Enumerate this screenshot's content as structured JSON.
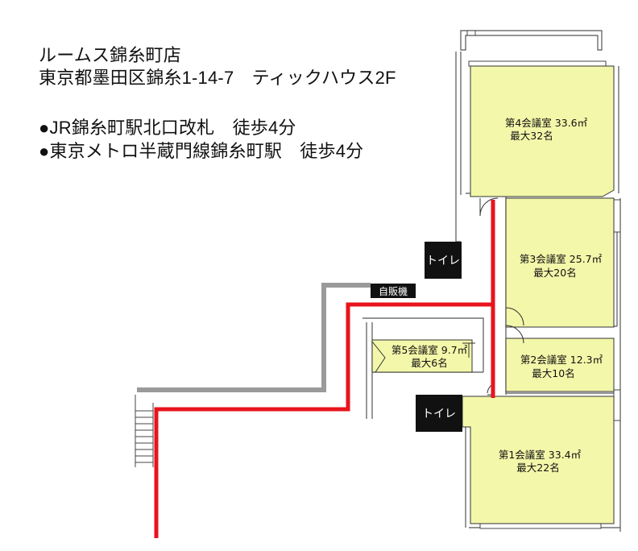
{
  "header": {
    "line1": "ルームス錦糸町店",
    "line2": "東京都墨田区錦糸1-14-7　ティックハウス2F",
    "access1": "●JR錦糸町駅北口改札　徒歩4分",
    "access2": "●東京メトロ半蔵門線錦糸町駅　徒歩4分"
  },
  "rooms": {
    "r4": {
      "name": "第4会議室 33.6㎡",
      "cap": "最大32名"
    },
    "r3": {
      "name": "第3会議室 25.7㎡",
      "cap": "最大20名"
    },
    "r2": {
      "name": "第2会議室 12.3㎡",
      "cap": "最大10名"
    },
    "r5": {
      "name": "第5会議室 9.7㎡",
      "cap": "最大6名"
    },
    "r1": {
      "name": "第1会議室 33.4㎡",
      "cap": "最大22名"
    }
  },
  "labels": {
    "toilet_upper": "トイレ",
    "toilet_lower": "トイレ",
    "vending": "自販機"
  },
  "colors": {
    "room_fill": "#f3f7a9",
    "route": "#e8141c",
    "walkway": "#9a9a9a",
    "tag_bg": "#111111"
  }
}
